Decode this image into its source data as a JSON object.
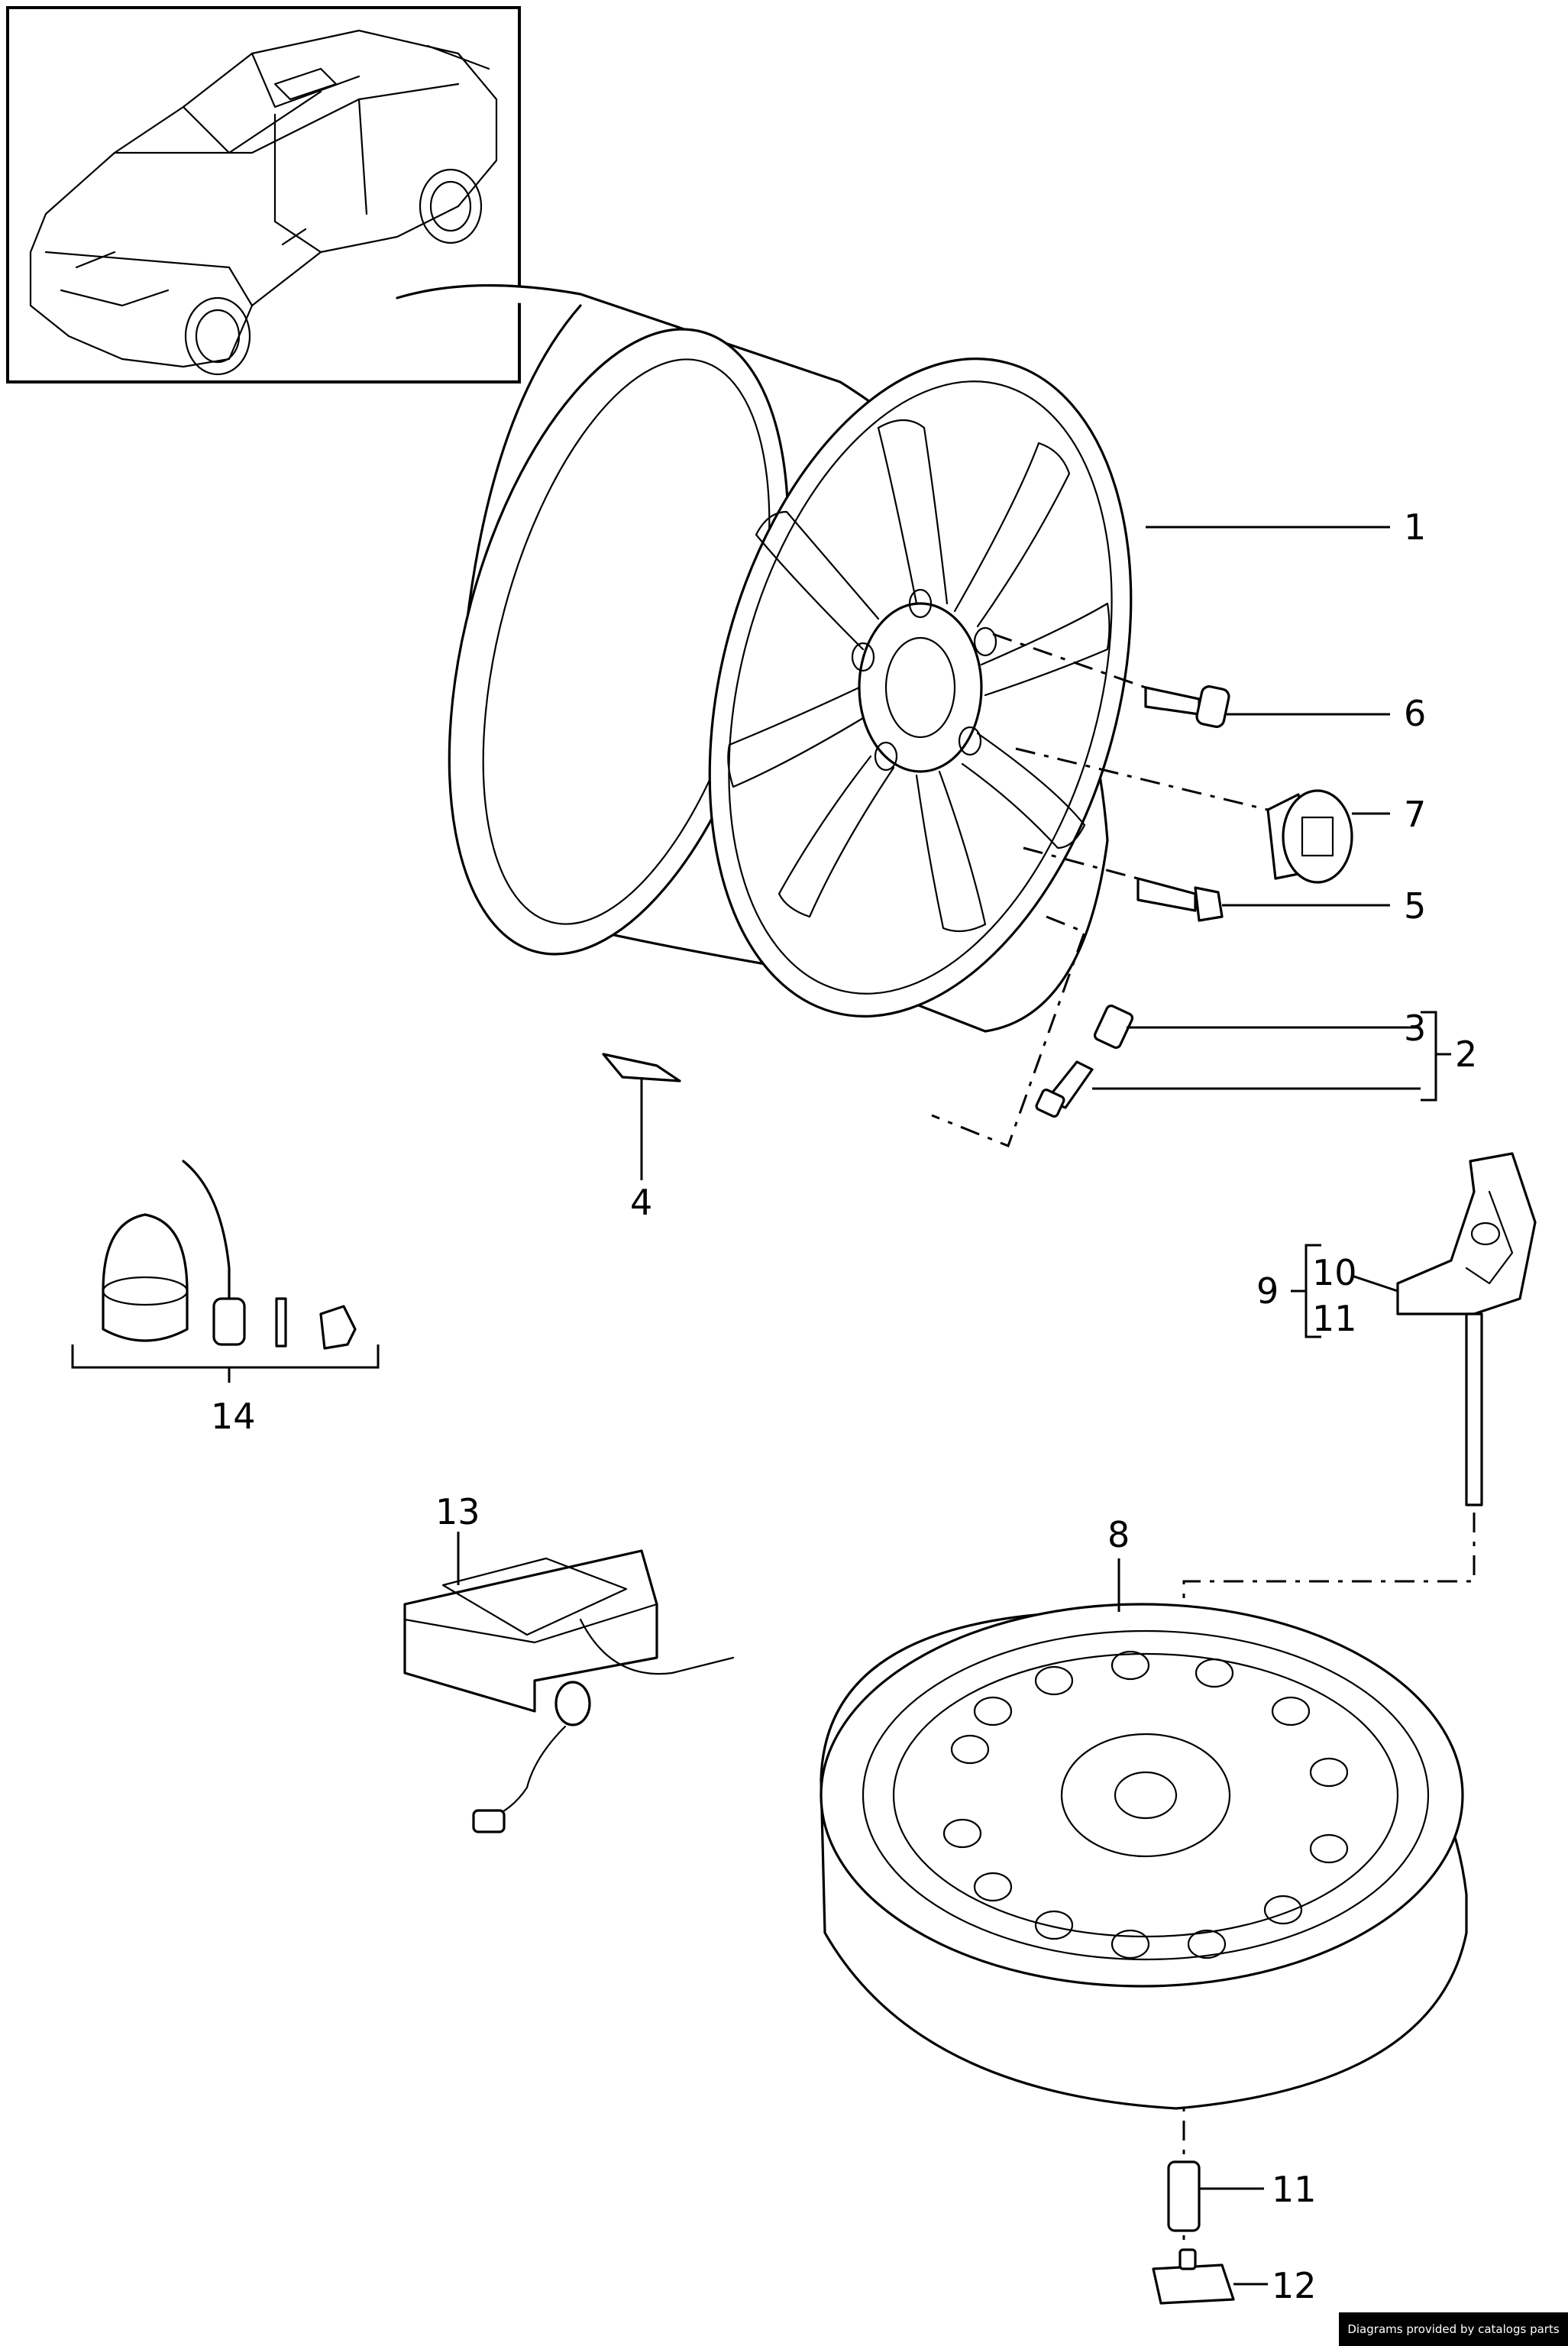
{
  "callouts": {
    "c1": "1",
    "c2": "2",
    "c3": "3",
    "c4": "4",
    "c5": "5",
    "c6": "6",
    "c7": "7",
    "c8": "8",
    "c9": "9",
    "c10": "10",
    "c11a": "11",
    "c11b": "11",
    "c12": "12",
    "c13": "13",
    "c14": "14"
  },
  "credit": "Diagrams provided by catalogs parts"
}
